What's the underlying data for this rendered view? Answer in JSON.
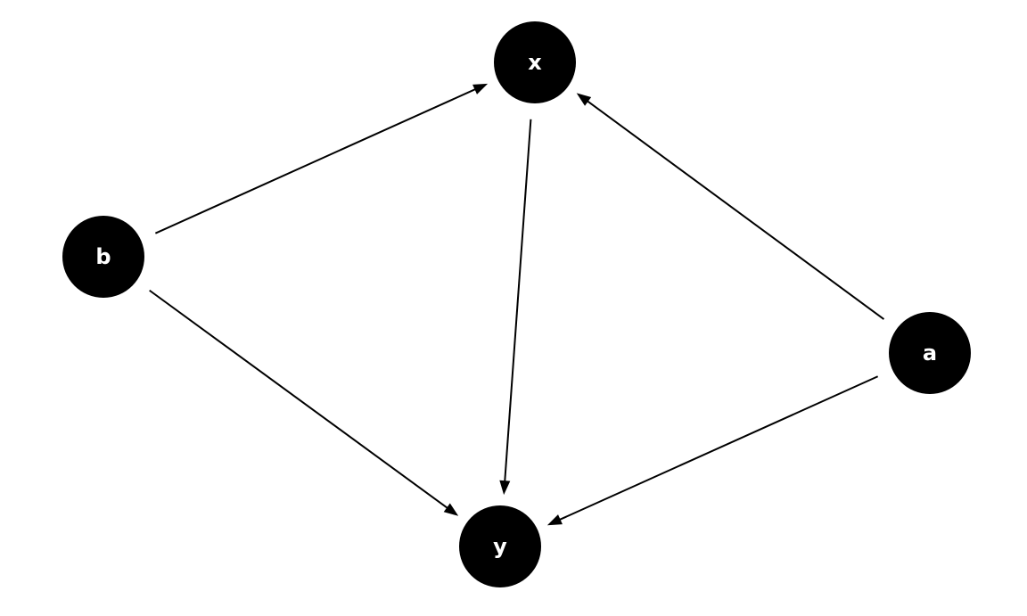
{
  "diagram": {
    "type": "directed-acyclic-graph",
    "nodes": [
      {
        "id": "x",
        "label": "x"
      },
      {
        "id": "y",
        "label": "y"
      },
      {
        "id": "b",
        "label": "b"
      },
      {
        "id": "a",
        "label": "a"
      }
    ],
    "edges": [
      {
        "from": "b",
        "to": "x"
      },
      {
        "from": "b",
        "to": "y"
      },
      {
        "from": "x",
        "to": "y"
      },
      {
        "from": "a",
        "to": "x"
      },
      {
        "from": "a",
        "to": "y"
      }
    ],
    "colors": {
      "node_fill": "#000000",
      "node_label": "#ffffff",
      "edge": "#000000",
      "background": "#ffffff"
    }
  }
}
